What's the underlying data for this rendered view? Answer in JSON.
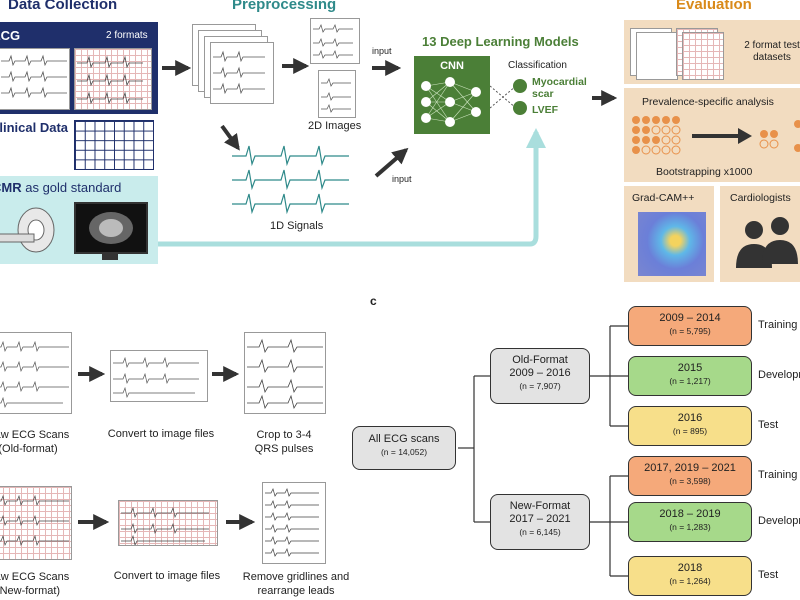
{
  "top": {
    "data_collection": {
      "title": "Data Collection",
      "ecg_label": "ECG",
      "formats": "2 formats",
      "clinical_label": "Clinical Data",
      "cmr_prefix": "CMR",
      "cmr_suffix": "as gold standard"
    },
    "preprocessing": {
      "title": "Preprocessing",
      "images_label": "2D Images",
      "signals_label": "1D Signals",
      "input_top": "input",
      "input_bottom": "input"
    },
    "models": {
      "title": "13 Deep Learning Models",
      "cnn": "CNN",
      "classification": "Classification",
      "out1": "Myocardial scar",
      "out2": "LVEF"
    },
    "evaluation": {
      "title": "Evaluation",
      "datasets": "2 format test datasets",
      "prevalence": "Prevalence-specific analysis",
      "bootstrap": "Bootstrapping x1000",
      "gradcam": "Grad-CAM++",
      "cardiologists": "Cardiologists"
    }
  },
  "bottom_left": {
    "old_scans": "Raw ECG Scans (Old-format)",
    "old_convert": "Convert to image files",
    "old_crop": "Crop to 3-4 QRS pulses",
    "new_scans": "Raw ECG Scans (New-format)",
    "new_convert": "Convert to image files",
    "new_remove": "Remove gridlines and rearrange leads"
  },
  "tree": {
    "panel_label": "c",
    "root": {
      "name": "All ECG scans",
      "n": "(n = 14,052)"
    },
    "old": {
      "name": "Old-Format",
      "years": "2009 – 2016",
      "n": "(n = 7,907)"
    },
    "new": {
      "name": "New-Format",
      "years": "2017 – 2021",
      "n": "(n = 6,145)"
    },
    "leaves": [
      {
        "years": "2009 – 2014",
        "n": "(n = 5,795)",
        "role": "Training",
        "color": "#f5a97a"
      },
      {
        "years": "2015",
        "n": "(n = 1,217)",
        "role": "Development",
        "color": "#a6d98a"
      },
      {
        "years": "2016",
        "n": "(n = 895)",
        "role": "Test",
        "color": "#f7df8a"
      },
      {
        "years": "2017, 2019 – 2021",
        "n": "(n = 3,598)",
        "role": "Training",
        "color": "#f5a97a"
      },
      {
        "years": "2018 – 2019",
        "n": "(n = 1,283)",
        "role": "Development",
        "color": "#a6d98a"
      },
      {
        "years": "2018",
        "n": "(n = 1,264)",
        "role": "Test",
        "color": "#f7df8a"
      }
    ]
  },
  "colors": {
    "navy": "#1f2f6b",
    "teal_panel": "#c9ecec",
    "green_model": "#4b7f37",
    "eval_panel": "#f2dcc0",
    "eval_title": "#d98a1a",
    "arrow": "#333333",
    "cyan_arrow": "#a9dedd"
  }
}
